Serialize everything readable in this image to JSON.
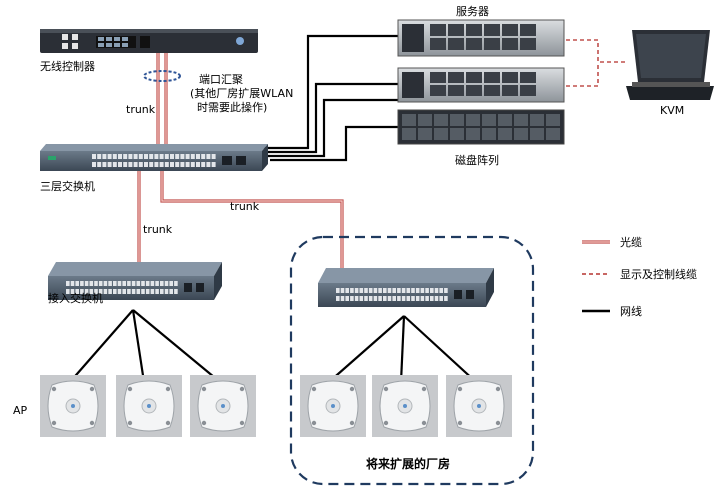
{
  "labels": {
    "wlc": "无线控制器",
    "port_aggregation_line1": "端口汇聚",
    "port_aggregation_line2": "(其他厂房扩展WLAN",
    "port_aggregation_line3": "时需要此操作)",
    "trunk_1": "trunk",
    "trunk_2": "trunk",
    "trunk_3": "trunk",
    "core_switch": "三层交换机",
    "access_switch": "接入交换机",
    "servers": "服务器",
    "disk_array": "磁盘阵列",
    "kvm": "KVM",
    "ap": "AP",
    "future_plant": "将来扩展的厂房"
  },
  "legend": [
    {
      "label": "光缆",
      "style": "fiber"
    },
    {
      "label": "显示及控制线缆",
      "style": "display-control"
    },
    {
      "label": "网线",
      "style": "ethernet"
    }
  ],
  "colors": {
    "fiber": "#c0504d",
    "fiber_inner": "#f4c7c3",
    "display_control": "#c0504d",
    "ethernet": "#000000",
    "dashed_box": "#1f3a5f",
    "device_dark": "#2b2f36",
    "switch_body": "#4a5968"
  },
  "icons": {
    "wlc": "wireless-controller-icon",
    "core_switch": "layer3-switch-icon",
    "access_switch": "access-switch-icon",
    "server": "rack-server-icon",
    "disk_array": "disk-array-icon",
    "kvm": "kvm-laptop-icon",
    "ap": "access-point-icon"
  }
}
